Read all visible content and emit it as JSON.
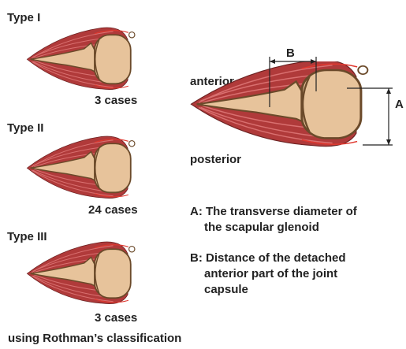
{
  "types": [
    {
      "label": "Type I",
      "cases": "3 cases"
    },
    {
      "label": "Type II",
      "cases": "24 cases"
    },
    {
      "label": "Type III",
      "cases": "3 cases"
    }
  ],
  "detail": {
    "anterior": "anterior",
    "posterior": "posterior",
    "marker_a": "A",
    "marker_b": "B"
  },
  "legend": {
    "a_line1": "A: The transverse diameter of",
    "a_line2": "the scapular glenoid",
    "b_line1": "B: Distance of the detached",
    "b_line2": "anterior part of the joint",
    "b_line3": "capsule"
  },
  "footer": "using Rothman’s classification",
  "colors": {
    "muscle": "#b03a3a",
    "muscle_stripe": "#d97070",
    "bone": "#e7c39b",
    "outline": "#6b4a2a",
    "capsule": "#e0382f"
  }
}
